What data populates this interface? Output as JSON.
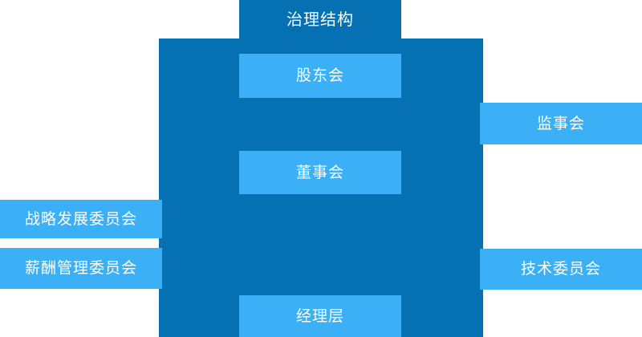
{
  "diagram": {
    "title": "治理结构",
    "type": "org-chart",
    "colors": {
      "dark_blue": "#0570b2",
      "light_blue": "#3bb0f7",
      "text": "#ffffff",
      "background": "#ffffff"
    },
    "nodes": [
      {
        "id": "title",
        "label": "治理结构",
        "style": "dark",
        "position": "top-center"
      },
      {
        "id": "shareholders",
        "label": "股东会",
        "style": "light",
        "position": "center-top"
      },
      {
        "id": "board",
        "label": "董事会",
        "style": "light",
        "position": "center-middle"
      },
      {
        "id": "management",
        "label": "经理层",
        "style": "light",
        "position": "center-bottom"
      },
      {
        "id": "supervisors",
        "label": "监事会",
        "style": "light",
        "position": "right-upper"
      },
      {
        "id": "technology",
        "label": "技术委员会",
        "style": "light",
        "position": "right-lower"
      },
      {
        "id": "strategy",
        "label": "战略发展委员会",
        "style": "light",
        "position": "left-upper"
      },
      {
        "id": "compensation",
        "label": "薪酬管理委员会",
        "style": "light",
        "position": "left-lower"
      }
    ]
  }
}
